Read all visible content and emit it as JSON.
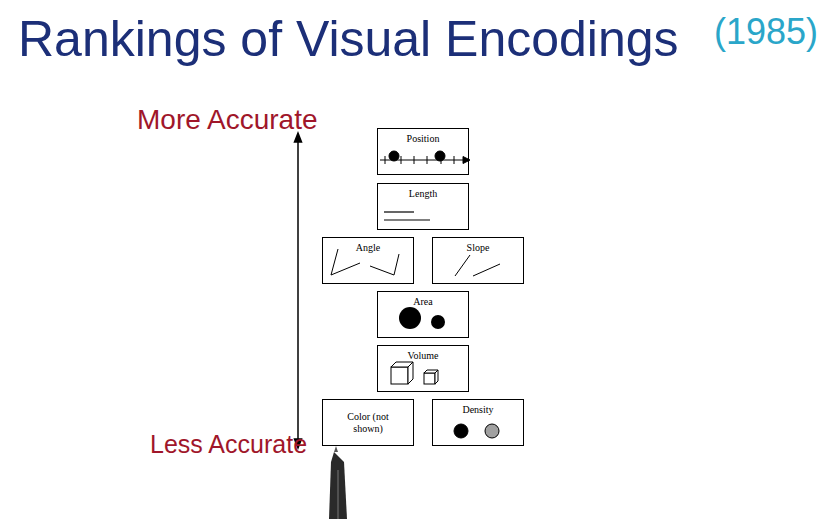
{
  "diagram": {
    "title": "Rankings of Visual Encodings",
    "nodes": [
      {
        "text": [
          "Position"
        ]
      },
      {
        "text": [
          "Length"
        ]
      },
      {
        "text": [
          "Angle"
        ]
      },
      {
        "text": [
          "Slope"
        ]
      },
      {
        "text": [
          "Area"
        ]
      },
      {
        "text": [
          "Volume"
        ]
      },
      {
        "text": [
          "Color (not shown)"
        ]
      },
      {
        "text": [
          "Density"
        ]
      }
    ],
    "labels": [
      "(1985)",
      "More Accurate",
      "Less Accurate"
    ]
  }
}
